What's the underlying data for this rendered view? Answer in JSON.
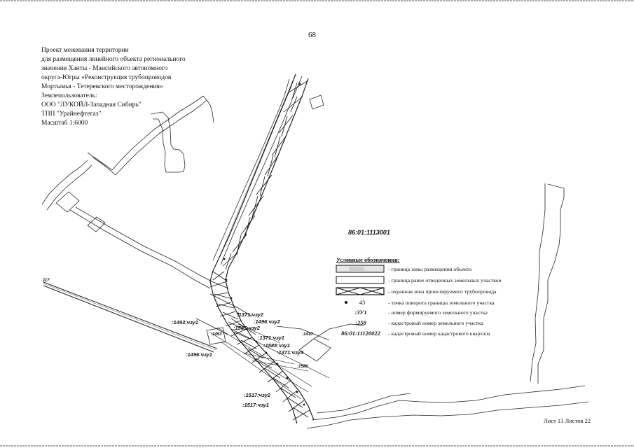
{
  "page_number": "68",
  "title_lines": [
    "Проект межевания территории",
    "для размещения линейного объекта регионального",
    "значения Ханты - Мансийского автономного",
    "округа-Югры «Реконструкция трубопроводов",
    "Мортымья - Тетеревского месторождения»",
    "Землепользователь:",
    "ООО \"ЛУКОЙЛ-Западная Сибирь\"",
    "ТПП \"Урайнефтегаз\"",
    "Масштаб 1:6000"
  ],
  "cadastral_quarter": "86:01:1113001",
  "map_labels": {
    "l1493_1": ":1493:чзу1",
    "l1371_2": ":1371:чзу2",
    "l1496_2": ":1496:чзу2",
    "l1585_2": ":1585:чзу2",
    "l1371_1": ":1371:чзу1",
    "l1585_1": ":1585:чзу1",
    "l1371_3": ":1371:чзу3",
    "l1496_1": ":1496:чзу1",
    "l1517_2": ":1517:чзу2",
    "l1517_1": ":1517:чзу1",
    "l1493": ":1493",
    "l1410": ":1410",
    "l1586": ":1586",
    "l117": "117"
  },
  "legend": {
    "title": "Условные обозначения:",
    "items": [
      {
        "code": "",
        "text": "- граница зоны размещения объекта"
      },
      {
        "code": "",
        "text": "- граница ранее отведенных земельных участков"
      },
      {
        "code": "",
        "text": "- охранная зона проектируемого трубопровода"
      },
      {
        "code": "43",
        "text": "- точка поворота границы земельного участка"
      },
      {
        "code": ":ЗУ1",
        "text": "- номер формируемого земельного участка"
      },
      {
        "code": ":258",
        "text": "- кадастровый номер земельного участка"
      },
      {
        "code": "86:01:11120022",
        "text": "- кадастровый номер кадастрового квартала"
      }
    ]
  },
  "sheet_info": "Лист 13 Листов 22"
}
